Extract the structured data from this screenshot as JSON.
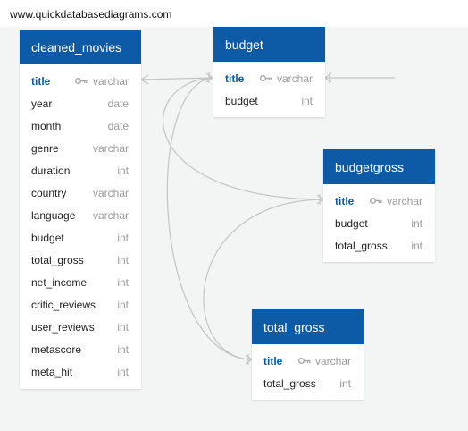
{
  "watermark": "www.quickdatabasediagrams.com",
  "colors": {
    "header": "#0d5ba6",
    "pk_text": "#0d5ba6",
    "type_text": "#9a9a9a",
    "relation_line": "#c4c4c4"
  },
  "tables": {
    "cleaned_movies": {
      "name": "cleaned_movies",
      "fields": [
        {
          "name": "title",
          "type": "varchar",
          "pk": true
        },
        {
          "name": "year",
          "type": "date"
        },
        {
          "name": "month",
          "type": "date"
        },
        {
          "name": "genre",
          "type": "varchar"
        },
        {
          "name": "duration",
          "type": "int"
        },
        {
          "name": "country",
          "type": "varchar"
        },
        {
          "name": "language",
          "type": "varchar"
        },
        {
          "name": "budget",
          "type": "int"
        },
        {
          "name": "total_gross",
          "type": "int"
        },
        {
          "name": "net_income",
          "type": "int"
        },
        {
          "name": "critic_reviews",
          "type": "int"
        },
        {
          "name": "user_reviews",
          "type": "int"
        },
        {
          "name": "metascore",
          "type": "int"
        },
        {
          "name": "meta_hit",
          "type": "int"
        }
      ]
    },
    "budget": {
      "name": "budget",
      "fields": [
        {
          "name": "title",
          "type": "varchar",
          "pk": true
        },
        {
          "name": "budget",
          "type": "int"
        }
      ]
    },
    "budgetgross": {
      "name": "budgetgross",
      "fields": [
        {
          "name": "title",
          "type": "varchar",
          "pk": true
        },
        {
          "name": "budget",
          "type": "int"
        },
        {
          "name": "total_gross",
          "type": "int"
        }
      ]
    },
    "total_gross": {
      "name": "total_gross",
      "fields": [
        {
          "name": "title",
          "type": "varchar",
          "pk": true
        },
        {
          "name": "total_gross",
          "type": "int"
        }
      ]
    }
  }
}
